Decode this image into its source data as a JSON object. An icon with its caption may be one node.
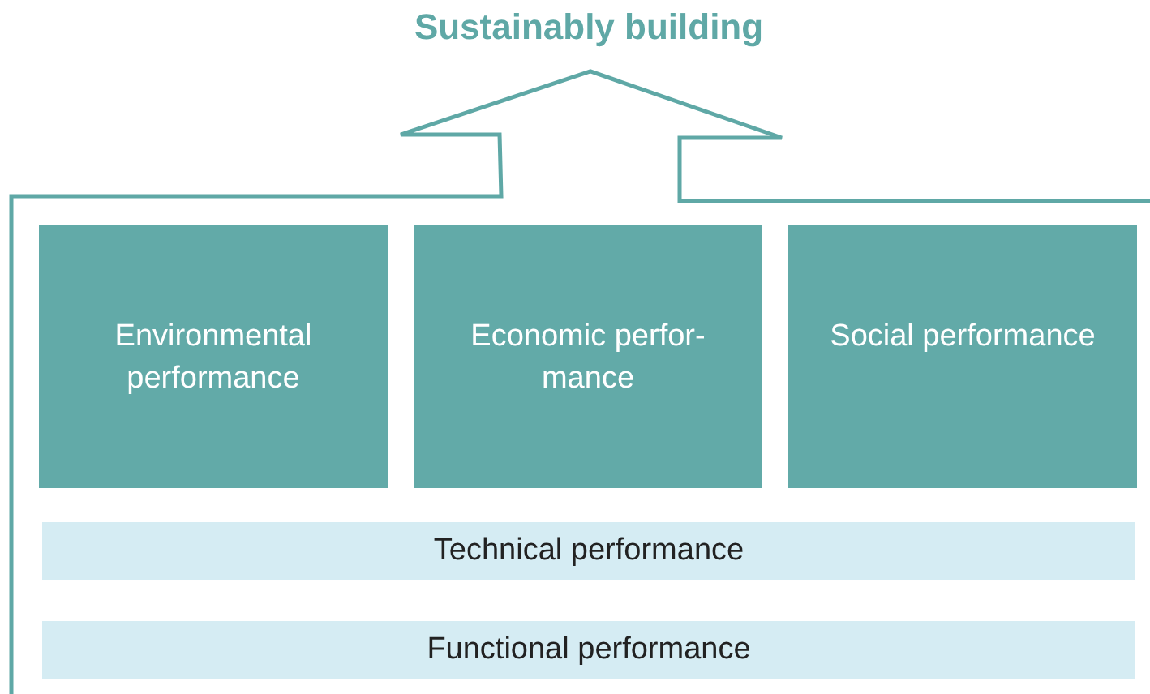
{
  "diagram": {
    "title": "Sustainably building",
    "nodes": [
      {
        "text": [
          "Environmental performance"
        ]
      },
      {
        "text": [
          "Economic perfor- mance"
        ]
      },
      {
        "text": [
          "Social performance"
        ]
      },
      {
        "text": [
          "Technical performance"
        ]
      },
      {
        "text": [
          "Functional performance"
        ]
      }
    ]
  }
}
